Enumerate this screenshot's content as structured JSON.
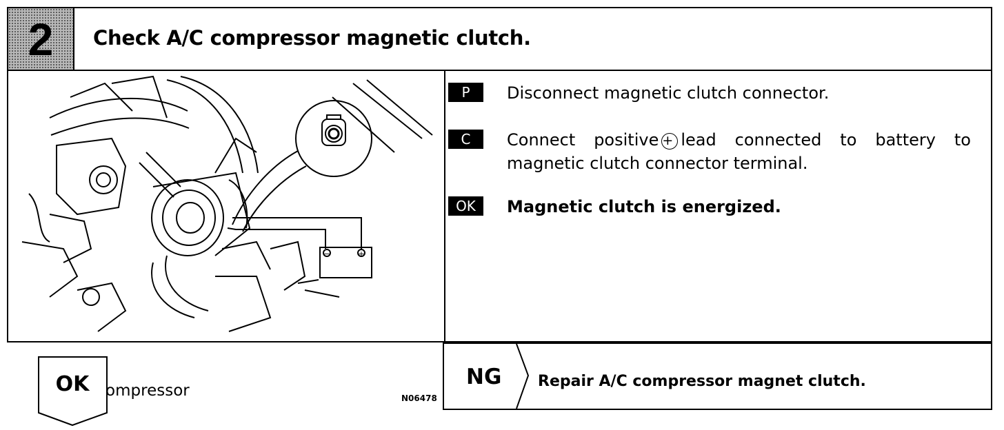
{
  "header": {
    "step_number": "2",
    "title": "Check A/C compressor magnetic clutch."
  },
  "figure": {
    "caption": "Compressor",
    "code": "N06478"
  },
  "instructions": [
    {
      "tag": "P",
      "text": "Disconnect magnetic clutch connector."
    },
    {
      "tag": "C",
      "text_before": "Connect positive",
      "symbol": "+",
      "text_after": "lead connected to battery to magnetic clutch connector terminal."
    },
    {
      "tag": "OK",
      "text": "Magnetic clutch is energized."
    }
  ],
  "battery_terminals": {
    "negative": "−",
    "positive": "+"
  },
  "result_ok": {
    "label": "OK"
  },
  "result_ng": {
    "label": "NG",
    "action": "Repair A/C compressor magnet clutch."
  }
}
